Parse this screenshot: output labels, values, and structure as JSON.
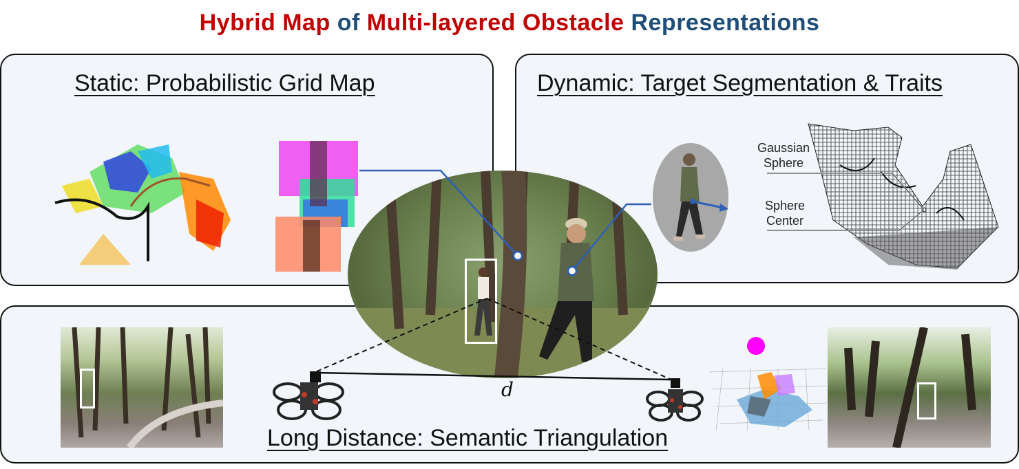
{
  "title": {
    "part1": "Hybrid Map",
    "part2": "of",
    "part3": "Multi-layered Obstacle",
    "part4": "Representations"
  },
  "panels": {
    "static": {
      "title": "Static: Probabilistic Grid Map"
    },
    "dynamic": {
      "title": "Dynamic: Target Segmentation & Traits",
      "gaussian_label_1": "Gaussian",
      "gaussian_label_2": "Sphere",
      "center_label_1": "Sphere",
      "center_label_2": "Center"
    },
    "long": {
      "title": "Long Distance: Semantic Triangulation",
      "distance_symbol": "d"
    }
  },
  "colors": {
    "red_title": "#c00000",
    "blue_title": "#1f4e79",
    "panel_bg": "#f2f5fa",
    "connector": "#2e5fb8",
    "bbox": "#ffffff",
    "magenta_marker": "#ff00ff"
  }
}
